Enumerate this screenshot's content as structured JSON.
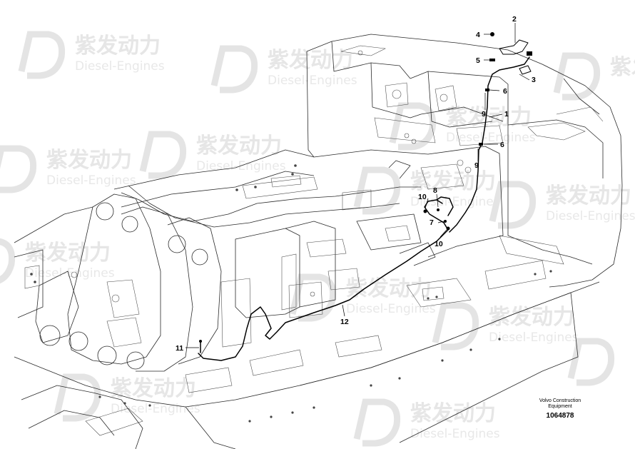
{
  "watermark": {
    "brand_cn": "紫发动力",
    "brand_en": "Diesel-Engines"
  },
  "callouts": {
    "c1": "1",
    "c2": "2",
    "c3": "3",
    "c4": "4",
    "c5": "5",
    "c6a": "6",
    "c6b": "6",
    "c7": "7",
    "c8": "8",
    "c9a": "9",
    "c9b": "9",
    "c10a": "10",
    "c10b": "10",
    "c11": "11",
    "c12": "12"
  },
  "footer": {
    "maker_line1": "Volvo Construction",
    "maker_line2": "Equipment",
    "doc_number": "1064878"
  }
}
